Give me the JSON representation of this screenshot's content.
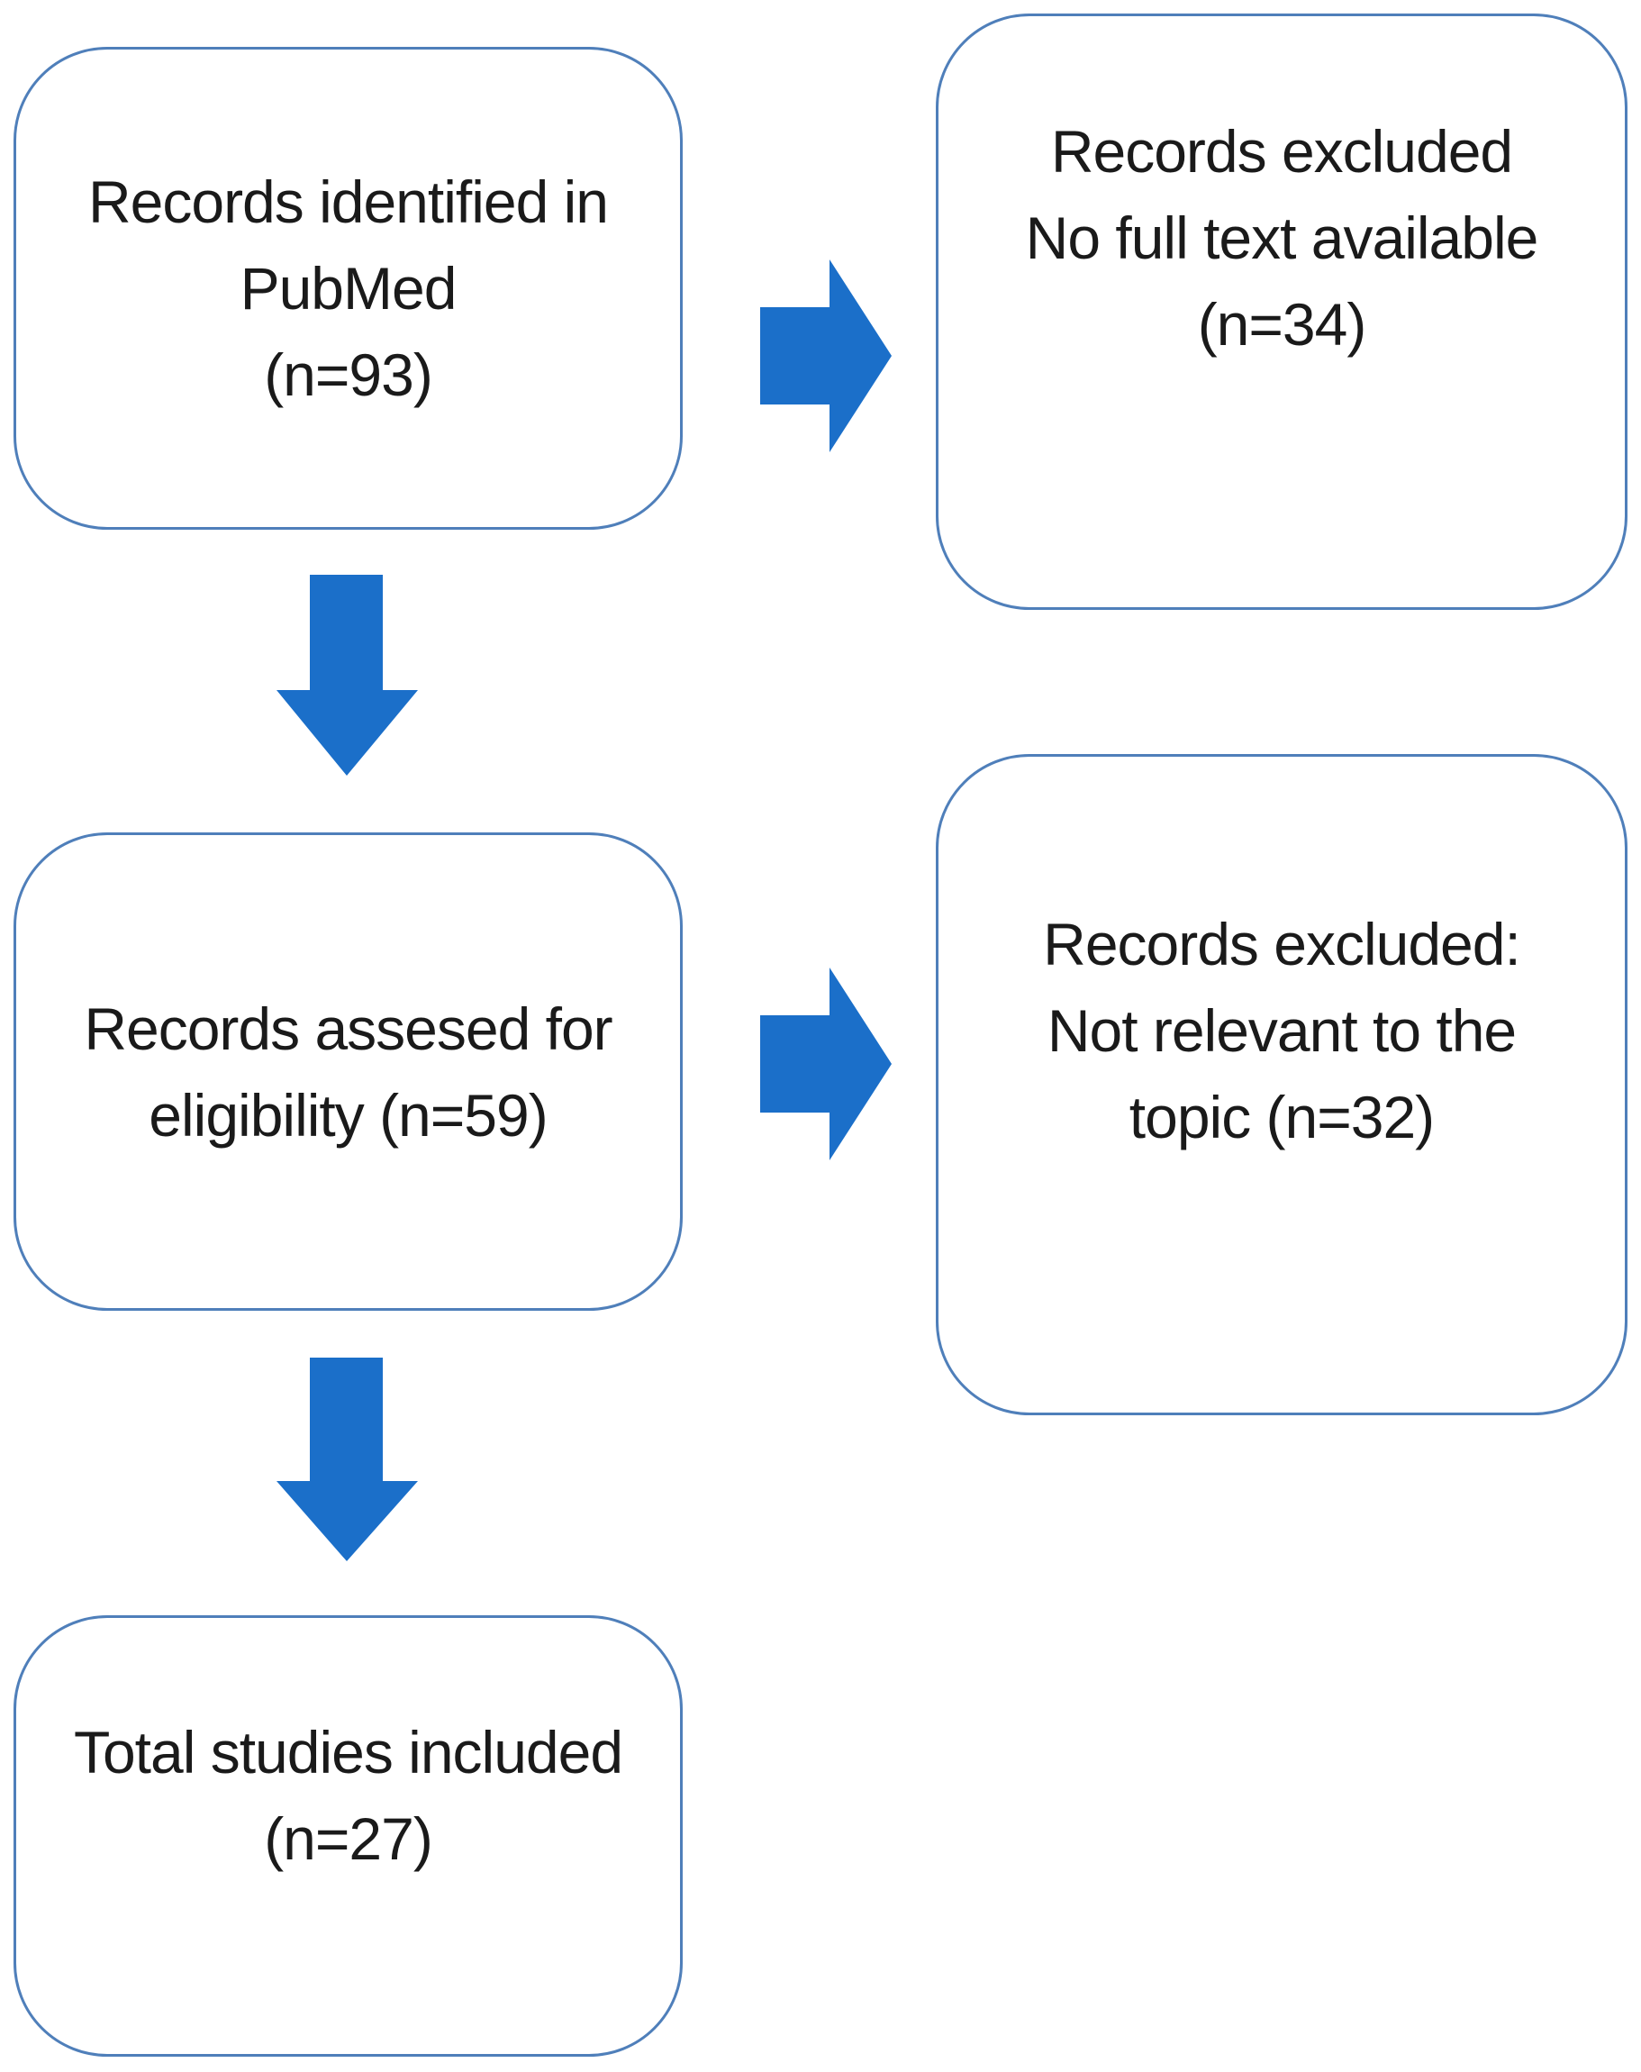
{
  "colors": {
    "box_border": "#4f7fba",
    "arrow_fill": "#1b6fc9",
    "text": "#1a1a1a"
  },
  "boxes": {
    "identified": {
      "lines": [
        "Records identified in",
        "PubMed",
        "(n=93)"
      ]
    },
    "excluded_no_full_text": {
      "lines": [
        "Records excluded",
        "No full text available",
        "(n=34)"
      ]
    },
    "assessed": {
      "lines": [
        "Records assesed for",
        "eligibility (n=59)"
      ]
    },
    "excluded_not_relevant": {
      "lines": [
        "Records excluded:",
        "Not relevant to the",
        "topic (n=32)"
      ]
    },
    "included": {
      "lines": [
        "Total studies included",
        "(n=27)"
      ]
    }
  }
}
